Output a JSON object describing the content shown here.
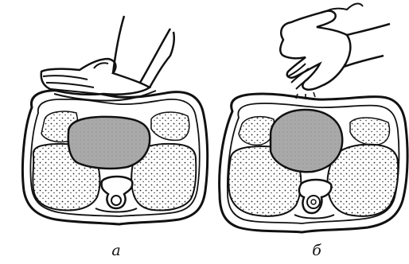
{
  "panels": [
    {
      "id": "a",
      "caption": "а"
    },
    {
      "id": "b",
      "caption": "б"
    }
  ],
  "colors": {
    "line": "#111111",
    "organ_fill": "#a9a9a9",
    "muscle_fill": "#ffffff",
    "background": "#ffffff"
  },
  "icons": {
    "hand_a": "palpating-hand-icon",
    "hand_b": "tapping-hand-icon"
  }
}
